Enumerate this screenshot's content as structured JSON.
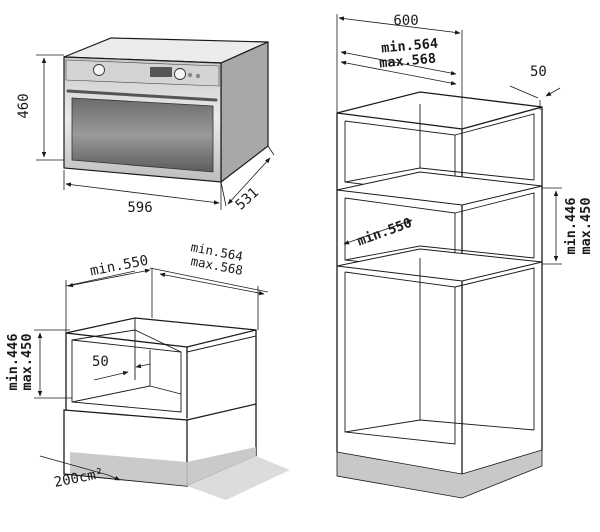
{
  "oven": {
    "height": "460",
    "width": "596",
    "depth": "531"
  },
  "under_counter": {
    "niche_depth_label": "min.550",
    "niche_width_min": "min.564",
    "niche_width_max": "max.568",
    "niche_height_min": "min.446",
    "niche_height_max": "max.450",
    "vent_gap": "50",
    "vent_opening": "200cm²"
  },
  "tall_unit": {
    "cabinet_width": "600",
    "niche_width_min": "min.564",
    "niche_width_max": "max.568",
    "vent_gap": "50",
    "niche_depth_label": "min.550",
    "niche_height_min": "min.446",
    "niche_height_max": "max.450"
  }
}
